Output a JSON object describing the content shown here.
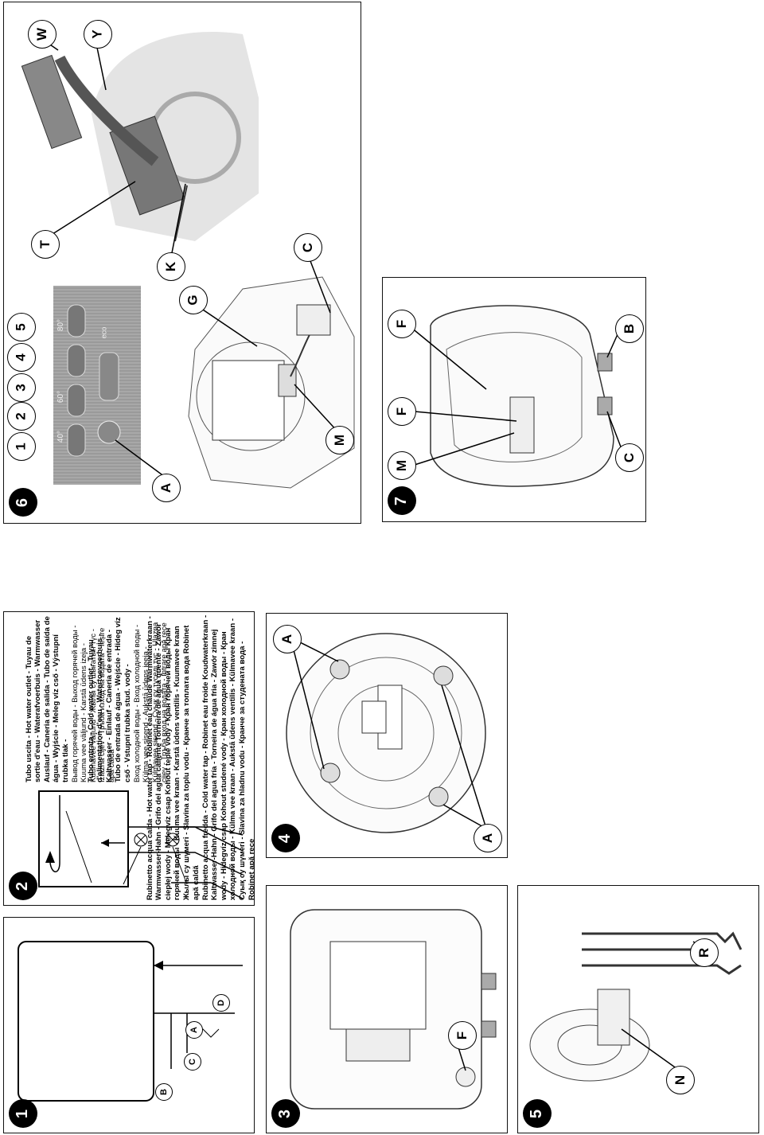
{
  "panels": {
    "p1": {
      "number": "1",
      "labels": [
        "A",
        "B",
        "C",
        "D"
      ]
    },
    "p2": {
      "number": "2",
      "hot_outlet_bold": "Tubo uscita - Hot water outlet - Tuyau de sortie d'eau - Waterafvoerbuis - Warmwasser Auslauf - Caneria de salida - Tubo de saída de água - Wyjście - Meleg víz cső - Výstupní trubka tlak -",
      "hot_outlet_plain": "Вывод горячей воды - Выход горячей воды - Kuuma vee väljund - Karstā ūdens izeja - Kuumavee väljund - Жылы су шығатын түс - Izlazna cijev - Тръба изход на водата - Ieșire apă caldă",
      "cold_inlet_bold": "Tubo entrata - Cold water outlet - Tuyau d'alimentation d'eau - Watertoevoerbuis - Kaltwasser - Einlauf - Caneria de entrada - Tubo de entrada de água - Wejście - Hideg víz cső - Vstupní trubka stud. vody -",
      "cold_inlet_plain": "Вход холодной воды - Вход холодной воды - Külma vee sisend - Aukstā ūdens ieeja - Külmavee sisend - Суық су түседі түс - Ulazna cijev - Тръба вход на водата - Intrare apă rece",
      "hot_tap": "Rubinetto acqua calda - Hot water tap - Robinet eau chaude Warmwaterkraan - Warmwasser-Hahn - Grifo del agua caliente Torneira de água quente - Zawór ciepłej wody - Melegvíz csap Kohout teplé vody - Кран горячей воды Кран горячей воды - Kuuma vee kraan - Karstā ūdens ventilis - Kuumavee kraan Жылы су шүмегі - Slavina za toplu vodu - Кранче за топлата вода Robinet apă caldă",
      "cold_tap": "Rubinetto acqua fredda - Cold water tap - Robinet eau froide Koudwaterkraan - Kaltwasser-Hahn - Grifo del agua fría - Torneira de água fria - Zawór zimnej wody - Hidegvíz csap Kohout studené vody - Кран холодной воды - Кран холодной воды - Külma vee kraan - Aukstā ūdens ventilis - Külmavee kraan - Суық су шүмегі - Slavina za hladnu vodu - Кранче за студената вода - Robinet apă rece"
    },
    "p3": {
      "number": "3",
      "labels": [
        "F"
      ]
    },
    "p4": {
      "number": "4",
      "labels": [
        "A",
        "A"
      ]
    },
    "p5": {
      "number": "5",
      "labels": [
        "N",
        "R"
      ]
    },
    "p6": {
      "number": "6",
      "buttons": [
        "1",
        "2",
        "3",
        "4",
        "5"
      ],
      "display_temps": [
        "40°",
        "60°",
        "80°"
      ],
      "eco_label": "eco",
      "labels": [
        "A",
        "M",
        "G",
        "K",
        "C",
        "T",
        "W",
        "Y"
      ]
    },
    "p7": {
      "number": "7",
      "labels": [
        "M",
        "F",
        "F",
        "B",
        "C"
      ]
    }
  }
}
